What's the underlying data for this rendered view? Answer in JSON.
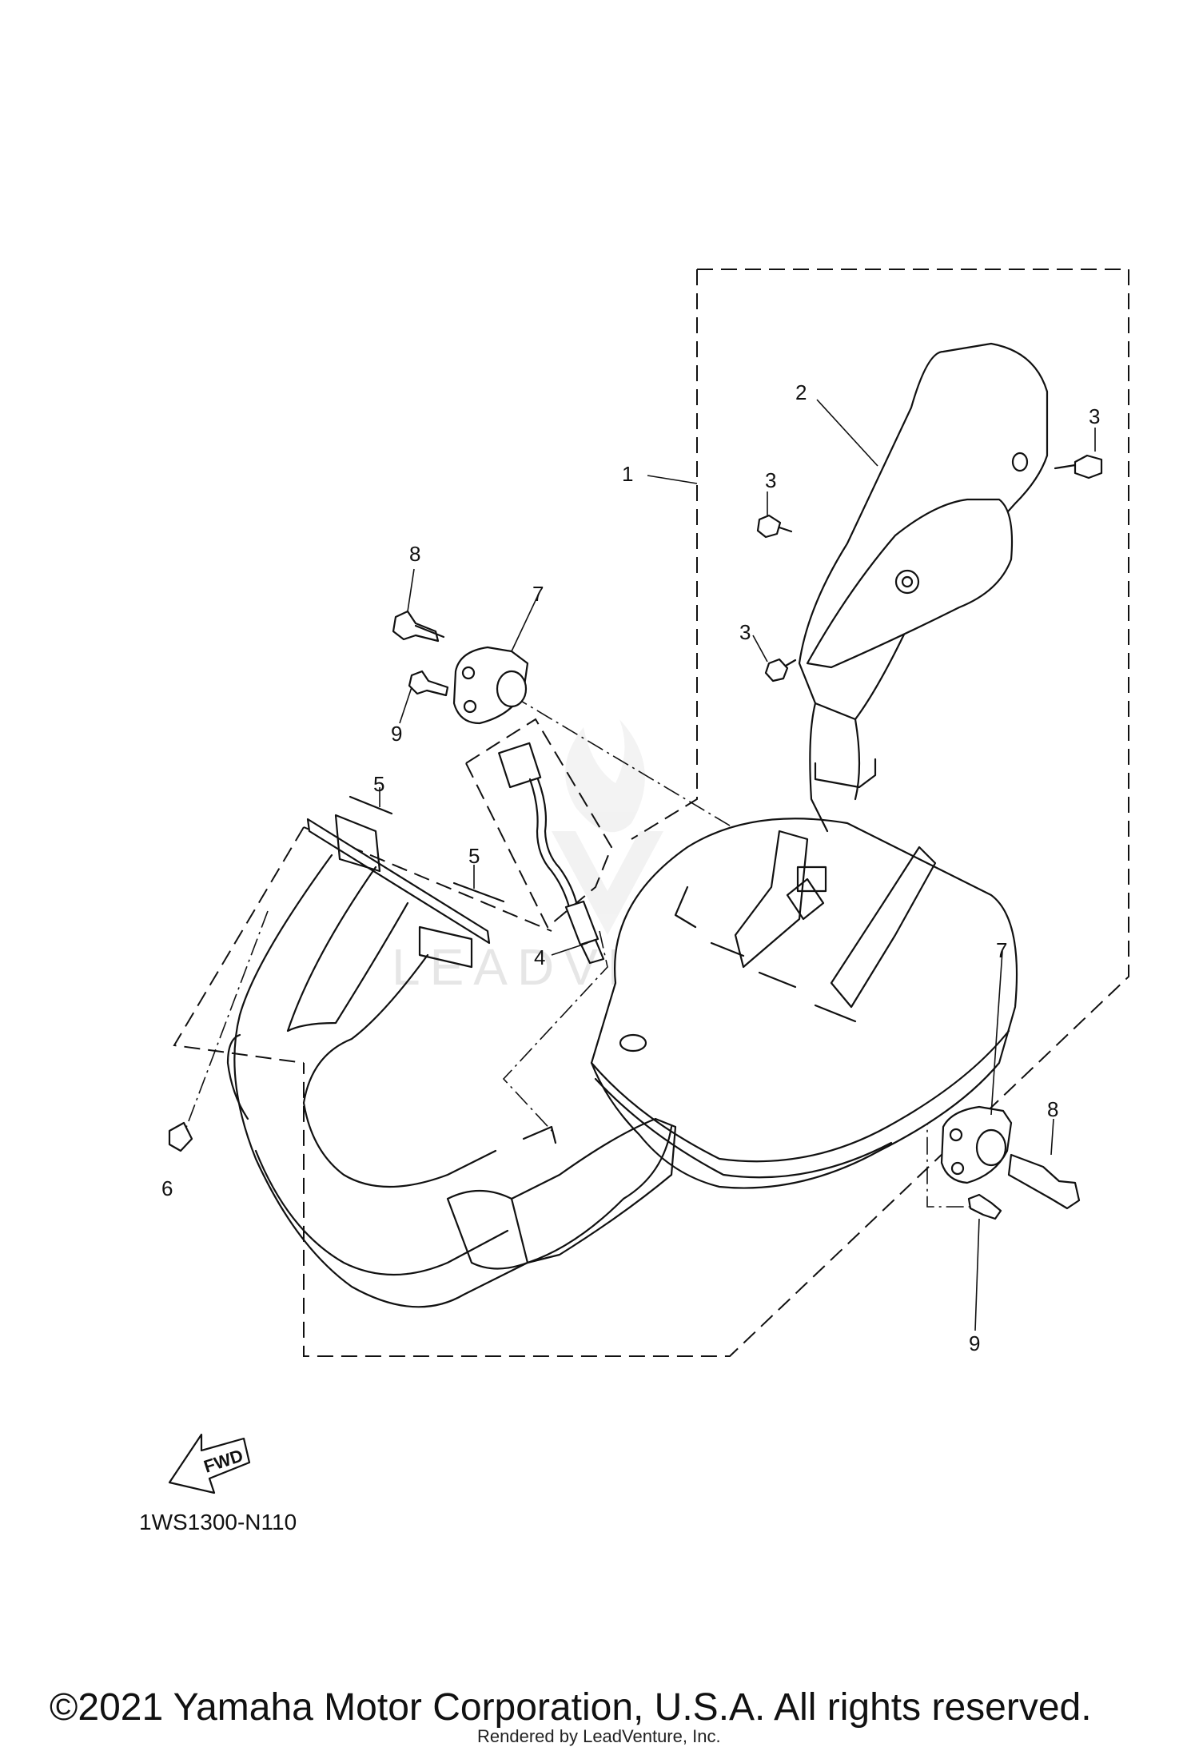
{
  "diagram": {
    "callouts": [
      {
        "id": "1",
        "label": "1"
      },
      {
        "id": "2",
        "label": "2"
      },
      {
        "id": "3a",
        "label": "3"
      },
      {
        "id": "3b",
        "label": "3"
      },
      {
        "id": "3c",
        "label": "3"
      },
      {
        "id": "4",
        "label": "4"
      },
      {
        "id": "5a",
        "label": "5"
      },
      {
        "id": "5b",
        "label": "5"
      },
      {
        "id": "6",
        "label": "6"
      },
      {
        "id": "7a",
        "label": "7"
      },
      {
        "id": "7b",
        "label": "7"
      },
      {
        "id": "8a",
        "label": "8"
      },
      {
        "id": "8b",
        "label": "8"
      },
      {
        "id": "9a",
        "label": "9"
      },
      {
        "id": "9b",
        "label": "9"
      }
    ],
    "fwd_label": "FWD",
    "diagram_code": "1WS1300-N110",
    "watermark": "LEADVENTURE",
    "copyright": "©2021 Yamaha Motor Corporation, U.S.A. All rights reserved.",
    "rendered_by": "Rendered by LeadVenture, Inc."
  }
}
